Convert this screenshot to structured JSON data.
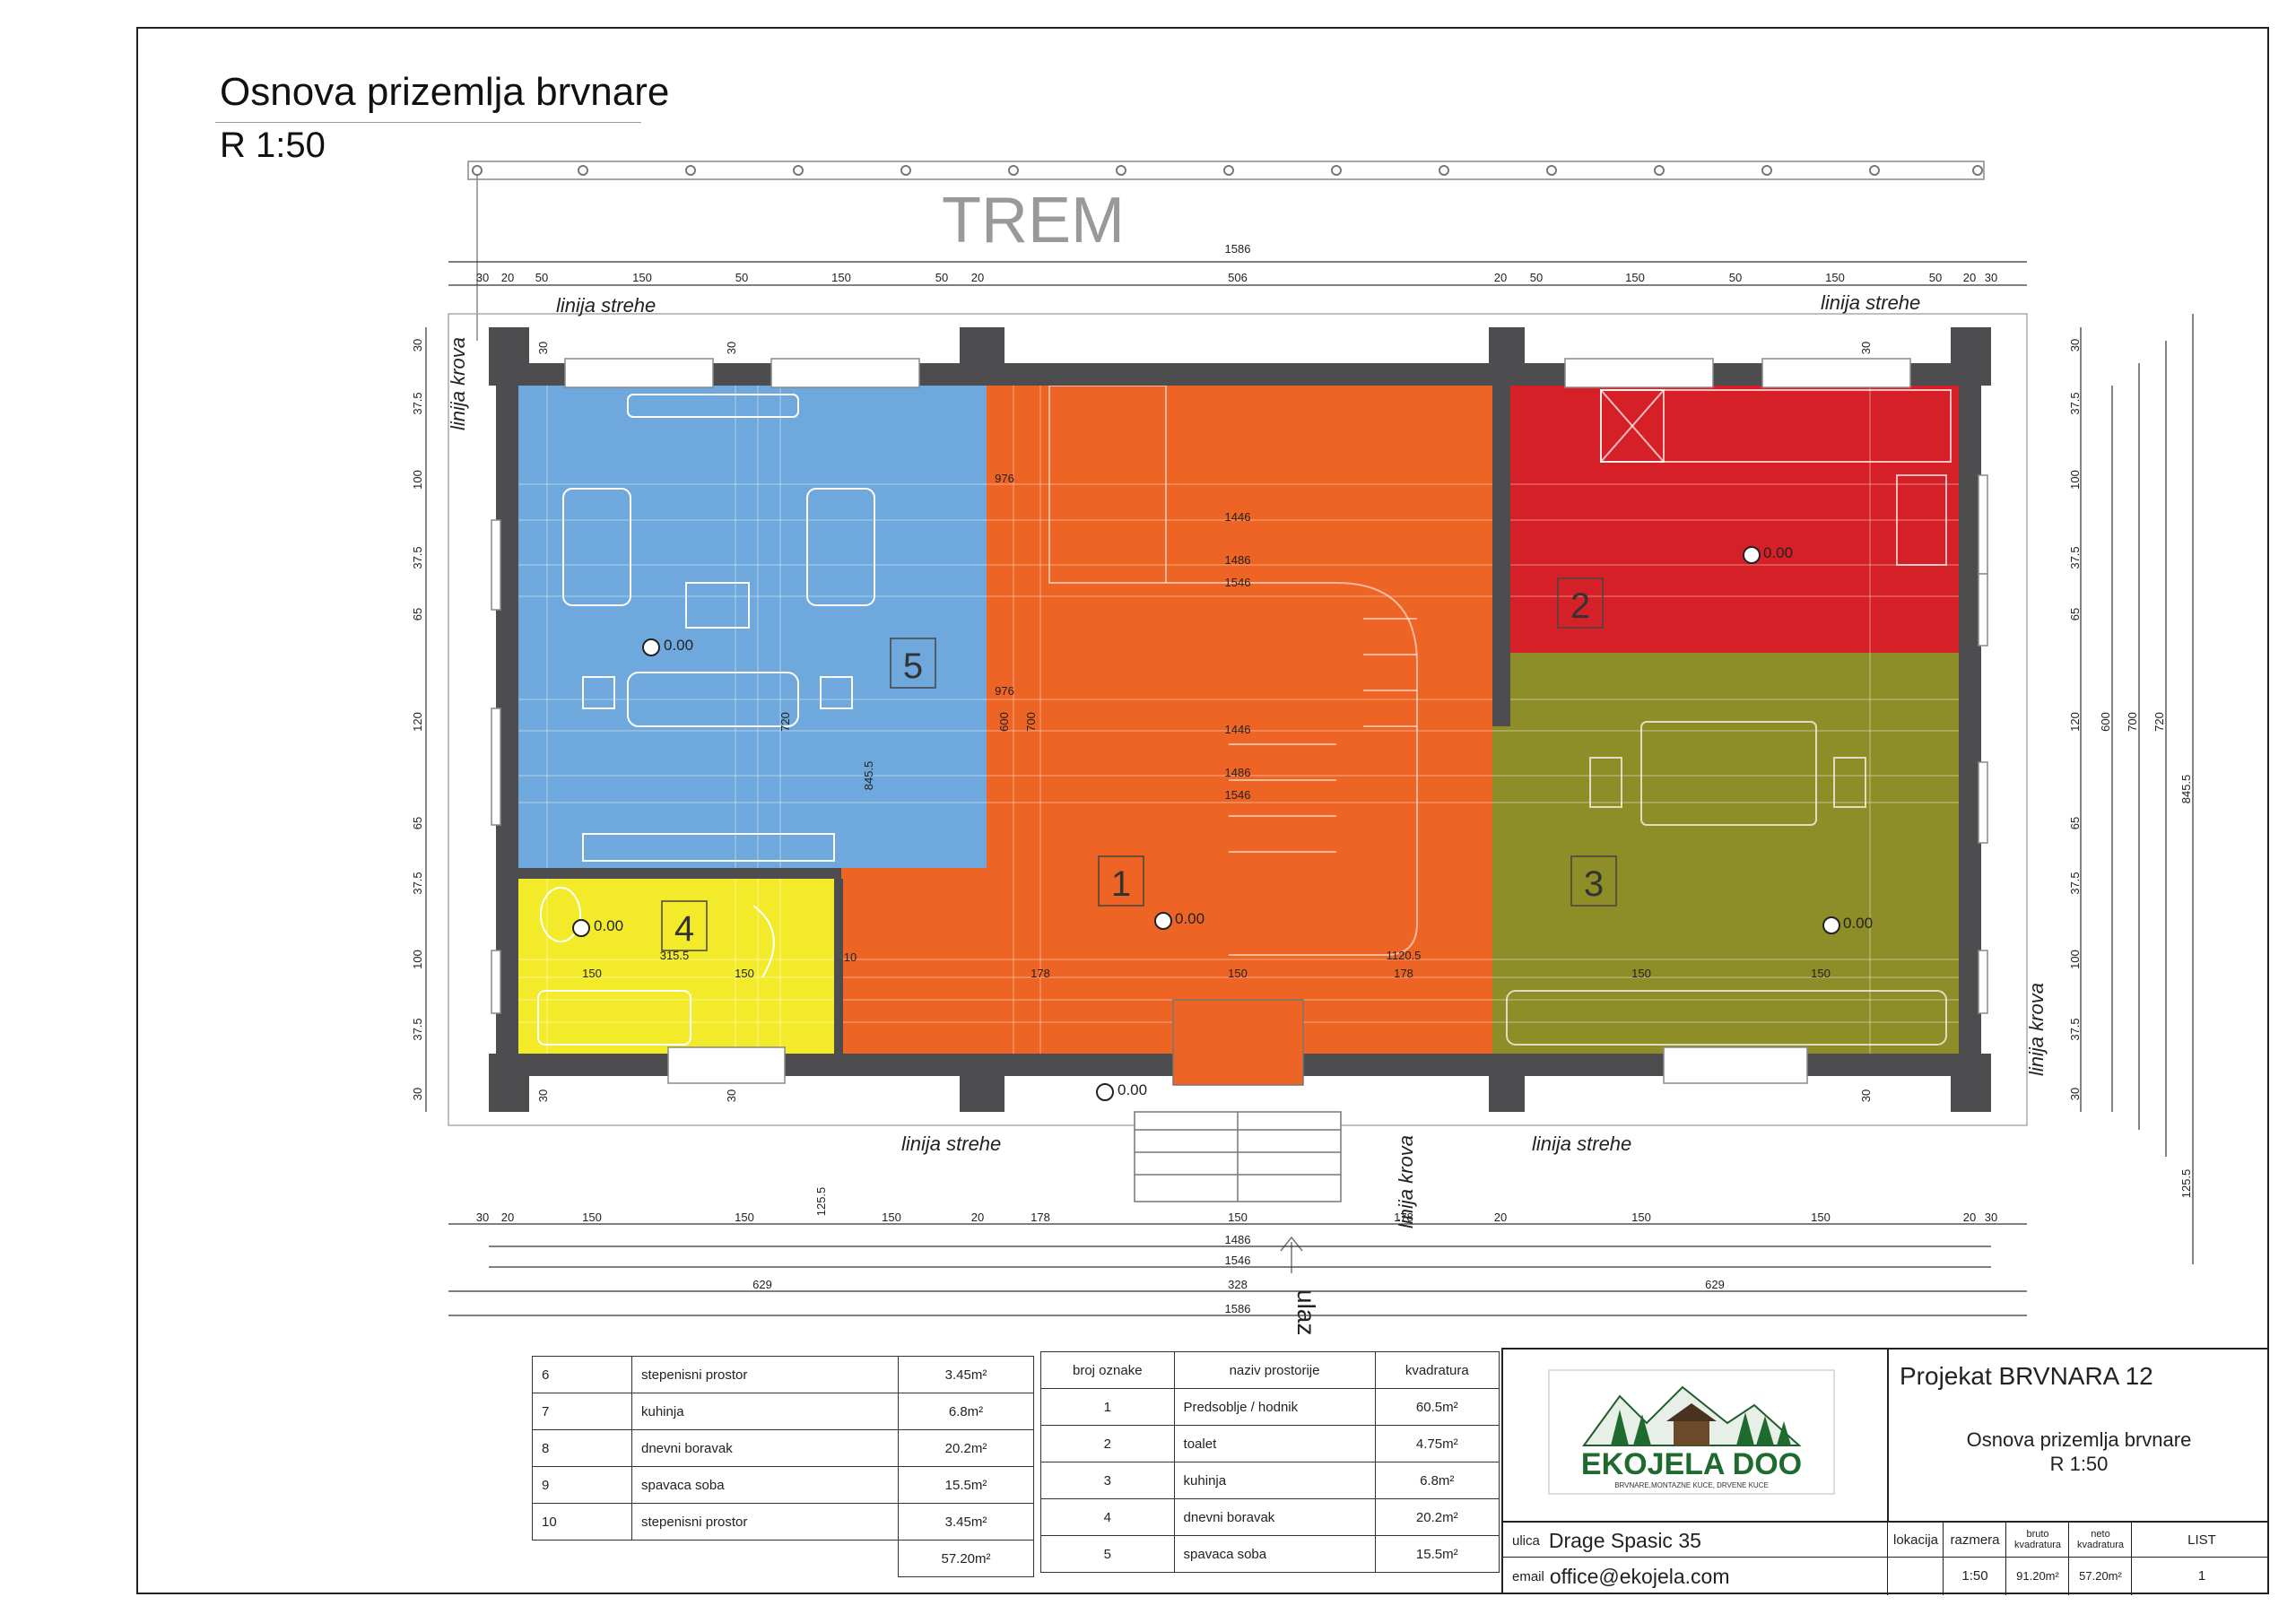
{
  "header": {
    "title": "Osnova prizemlja brvnare",
    "scale": "R 1:50"
  },
  "plan": {
    "porch_label": "TREM",
    "entrance_label": "ulaz",
    "roof_edge_label": "linija strehe",
    "roof_line_label": "linija krova",
    "level_label": "0.00",
    "room_numbers": [
      "1",
      "2",
      "3",
      "4",
      "5"
    ],
    "room_colors": {
      "1": "#EE6424",
      "2": "#D62027",
      "3": "#8E8E28",
      "4": "#F3EB2A",
      "5": "#6FA8DC"
    },
    "wall_color": "#4D4D4F",
    "dims_top": [
      "30",
      "20",
      "50",
      "150",
      "50",
      "150",
      "50",
      "20",
      "506",
      "20",
      "50",
      "150",
      "50",
      "150",
      "50",
      "20",
      "30"
    ],
    "dims_top_total": "1586",
    "dims_bottom": [
      "30",
      "20",
      "150",
      "150",
      "150",
      "20",
      "178",
      "150",
      "178",
      "20",
      "150",
      "150",
      "20",
      "30"
    ],
    "dims_bottom_totals": [
      "1486",
      "1546",
      "629",
      "328",
      "629",
      "1586"
    ],
    "dims_left": [
      "30",
      "37.5",
      "100",
      "37.5",
      "65",
      "120",
      "65",
      "37.5",
      "100",
      "37.5",
      "30"
    ],
    "dims_right": [
      "30",
      "37.5",
      "100",
      "37.5",
      "65",
      "120",
      "65",
      "37.5",
      "100",
      "37.5",
      "30"
    ],
    "dims_right_totals": [
      "600",
      "700",
      "720",
      "845.5",
      "125.5"
    ],
    "inner_dims": [
      "976",
      "1446",
      "1486",
      "1546",
      "976",
      "1446",
      "1486",
      "1546",
      "1120.5",
      "315.5",
      "600",
      "700",
      "720",
      "845.5",
      "150",
      "150",
      "178",
      "150",
      "178",
      "150",
      "150",
      "10",
      "125.5",
      "30",
      "30",
      "30",
      "30",
      "30",
      "30"
    ]
  },
  "table_left": {
    "rows": [
      {
        "num": "6",
        "name": "stepenisni prostor",
        "area": "3.45m²"
      },
      {
        "num": "7",
        "name": "kuhinja",
        "area": "6.8m²"
      },
      {
        "num": "8",
        "name": "dnevni boravak",
        "area": "20.2m²"
      },
      {
        "num": "9",
        "name": "spavaca soba",
        "area": "15.5m²"
      },
      {
        "num": "10",
        "name": "stepenisni prostor",
        "area": "3.45m²"
      }
    ],
    "total": "57.20m²"
  },
  "table_right": {
    "headers": [
      "broj oznake",
      "naziv prostorije",
      "kvadratura"
    ],
    "rows": [
      {
        "num": "1",
        "name": "Predsoblje / hodnik",
        "area": "60.5m²"
      },
      {
        "num": "2",
        "name": "toalet",
        "area": "4.75m²"
      },
      {
        "num": "3",
        "name": "kuhinja",
        "area": "6.8m²"
      },
      {
        "num": "4",
        "name": "dnevni boravak",
        "area": "20.2m²"
      },
      {
        "num": "5",
        "name": "spavaca soba",
        "area": "15.5m²"
      }
    ]
  },
  "titleblock": {
    "logo_name": "EKOJELA DOO",
    "logo_tagline": "BRVNARE,MONTAZNE KUCE, DRVENE KUCE",
    "project": "Projekat BRVNARA 12",
    "drawing": "Osnova prizemlja brvnare",
    "scale": "R 1:50",
    "street_label": "ulica",
    "street": "Drage Spasic 35",
    "email_label": "email",
    "email": "office@ekojela.com",
    "col_headers": [
      "lokacija",
      "razmera",
      "bruto kvadratura",
      "neto kvadratura",
      "LIST"
    ],
    "col_values": [
      "",
      "1:50",
      "91.20m²",
      "57.20m²",
      "1"
    ]
  }
}
